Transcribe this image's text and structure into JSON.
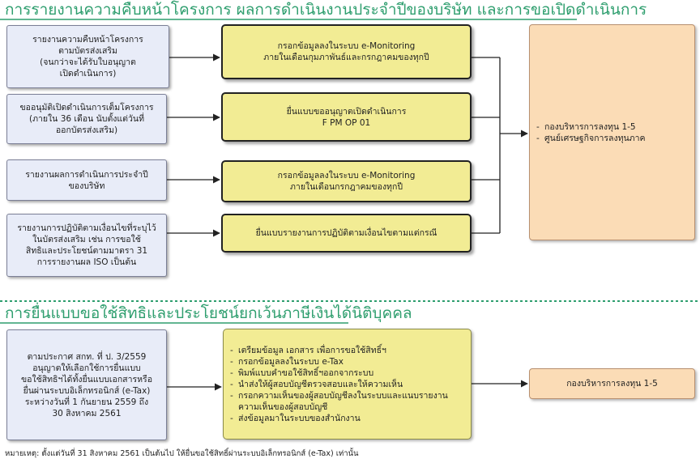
{
  "section1": {
    "title": "การรายงานความคืบหน้าโครงการ ผลการดำเนินงานประจำปีของบริษัท และการขอเปิดดำเนินการ",
    "rows": [
      {
        "left": "รายงานความคืบหน้าโครงการ\nตามบัตรส่งเสริม\n(จนกว่าจะได้รับใบอนุญาต\nเปิดดำเนินการ)",
        "middle": "กรอกข้อมูลลงในระบบ e-Monitoring\nภายในเดือนกุมภาพันธ์และกรกฎาคมของทุกปี"
      },
      {
        "left": "ขออนุมัติเปิดดำเนินการเต็มโครงการ\n(ภายใน 36 เดือน นับตั้งแต่วันที่\nออกบัตรส่งเสริม)",
        "middle": "ยื่นแบบขออนุญาตเปิดดำเนินการ\nF PM OP 01"
      },
      {
        "left": "รายงานผลการดำเนินการประจำปี\nของบริษัท",
        "middle": "กรอกข้อมูลลงในระบบ e-Monitoring\nภายในเดือนกรกฎาคมของทุกปี"
      },
      {
        "left": "รายงานการปฏิบัติตามเงื่อนไขที่ระบุไว้\nในบัตรส่งเสริม เช่น การขอใช้\nสิทธิและประโยชน์ตามมาตรา 31\nการรายงานผล ISO เป็นต้น",
        "middle": "ยื่นแบบรายงานการปฏิบัติตามเงื่อนไขตามแต่กรณี"
      }
    ],
    "right_items": [
      "กองบริหารการลงทุน 1-5",
      "ศูนย์เศรษฐกิจการลงทุนภาค"
    ]
  },
  "section2": {
    "title": "การยื่นแบบขอใช้สิทธิและประโยชน์ยกเว้นภาษีเงินได้นิติบุคคล",
    "left": "ตามประกาศ สกท. ที่ ป. 3/2559\nอนุญาตให้เลือกใช้การยื่นแบบ\nขอใช้สิทธิฯได้ทั้งยื่นแบบเอกสารหรือ\nยื่นผ่านระบบอิเล็กทรอนิกส์ (e-Tax)\nระหว่างวันที่ 1 กันยายน 2559 ถึง\n30 สิงหาคม 2561",
    "steps": [
      "เตรียมข้อมูล เอกสาร เพื่อการขอใช้สิทธิ์ฯ",
      "กรอกข้อมูลลงในระบบ e-Tax",
      "พิมพ์แบบคำขอใช้สิทธิ์ฯออกจากระบบ",
      "นำส่งให้ผู้สอบบัญชีตรวจสอบและให้ความเห็น",
      "กรอกความเห็นของผู้สอบบัญชีลงในระบบและแนบรายงานความเห็นของผู้สอบบัญชี",
      "ส่งข้อมูลมาในระบบของสำนักงาน"
    ],
    "right": "กองบริหารการลงทุน 1-5"
  },
  "note": "หมายเหตุ: ตั้งแต่วันที่ 31 สิงหาคม 2561 เป็นต้นไป ให้ยื่นขอใช้สิทธิ์ผ่านระบบอิเล็กทรอนิกส์ (e-Tax) เท่านั้น",
  "colors": {
    "title": "#2e9e6e",
    "blue_box": "#e8ecf8",
    "yellow_box": "#f2ec94",
    "peach_box": "#fbdcb6"
  }
}
